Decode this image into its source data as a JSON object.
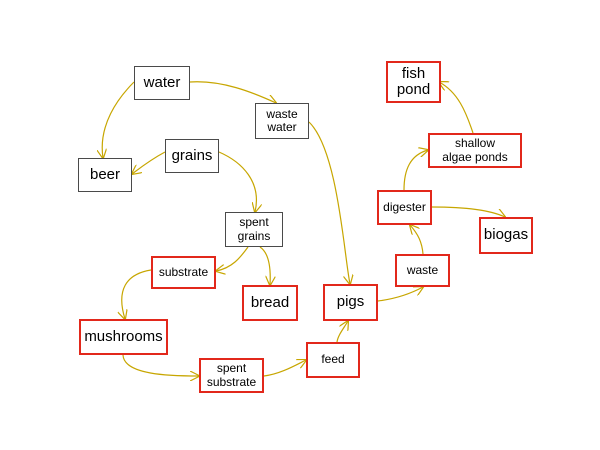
{
  "diagram": {
    "nodes": {
      "water": "water",
      "waste_water": "waste\nwater",
      "beer": "beer",
      "grains": "grains",
      "spent_grains": "spent\ngrains",
      "substrate": "substrate",
      "bread": "bread",
      "mushrooms": "mushrooms",
      "spent_substrate": "spent\nsubstrate",
      "feed": "feed",
      "pigs": "pigs",
      "waste": "waste",
      "digester": "digester",
      "biogas": "biogas",
      "shallow_algae_ponds": "shallow\nalgae ponds",
      "fish_pond": "fish\npond"
    },
    "edges": [
      {
        "from": "water",
        "to": "beer"
      },
      {
        "from": "water",
        "to": "waste_water"
      },
      {
        "from": "grains",
        "to": "beer"
      },
      {
        "from": "grains",
        "to": "spent_grains"
      },
      {
        "from": "spent_grains",
        "to": "substrate"
      },
      {
        "from": "spent_grains",
        "to": "bread"
      },
      {
        "from": "substrate",
        "to": "mushrooms"
      },
      {
        "from": "mushrooms",
        "to": "spent_substrate"
      },
      {
        "from": "spent_substrate",
        "to": "feed"
      },
      {
        "from": "feed",
        "to": "pigs"
      },
      {
        "from": "waste_water",
        "to": "pigs"
      },
      {
        "from": "pigs",
        "to": "waste"
      },
      {
        "from": "waste",
        "to": "digester"
      },
      {
        "from": "digester",
        "to": "biogas"
      },
      {
        "from": "digester",
        "to": "shallow_algae_ponds"
      },
      {
        "from": "shallow_algae_ponds",
        "to": "fish_pond"
      }
    ],
    "colors": {
      "edge": "#c7a600",
      "input_border": "#4a4a4a",
      "output_border": "#e2281b",
      "text": "#000000"
    }
  }
}
